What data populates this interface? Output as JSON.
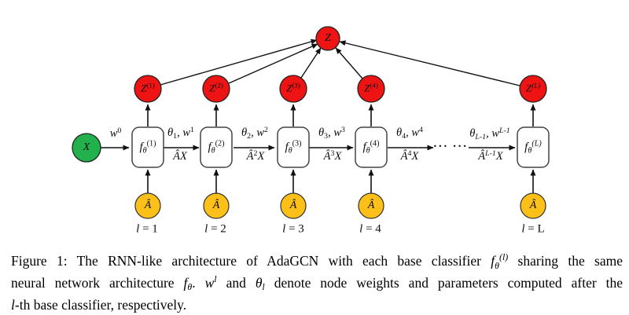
{
  "colors": {
    "node_red": "#ee1414",
    "node_green": "#22b14c",
    "node_yellow": "#fcc018",
    "box_fill": "#ffffff",
    "stroke_dark": "#222222",
    "line_black": "#111111"
  },
  "labels": {
    "z_top": [
      {
        "t": "Z",
        "s": "i"
      }
    ],
    "z1": [
      {
        "t": "Z",
        "s": "i"
      },
      {
        "t": "(1)",
        "s": "sup"
      }
    ],
    "z2": [
      {
        "t": "Z",
        "s": "i"
      },
      {
        "t": "(2)",
        "s": "sup"
      }
    ],
    "z3": [
      {
        "t": "Z",
        "s": "i"
      },
      {
        "t": "(3)",
        "s": "sup"
      }
    ],
    "z4": [
      {
        "t": "Z",
        "s": "i"
      },
      {
        "t": "(4)",
        "s": "sup"
      }
    ],
    "zL": [
      {
        "t": "Z",
        "s": "i"
      },
      {
        "t": "(L)",
        "s": "supi"
      }
    ],
    "x": [
      {
        "t": "X",
        "s": "i"
      }
    ],
    "f1": [
      {
        "t": "f",
        "s": "i"
      },
      {
        "t": "θ",
        "s": "subi"
      },
      {
        "t": "(1)",
        "s": "sup"
      }
    ],
    "f2": [
      {
        "t": "f",
        "s": "i"
      },
      {
        "t": "θ",
        "s": "subi"
      },
      {
        "t": "(2)",
        "s": "sup"
      }
    ],
    "f3": [
      {
        "t": "f",
        "s": "i"
      },
      {
        "t": "θ",
        "s": "subi"
      },
      {
        "t": "(3)",
        "s": "sup"
      }
    ],
    "f4": [
      {
        "t": "f",
        "s": "i"
      },
      {
        "t": "θ",
        "s": "subi"
      },
      {
        "t": "(4)",
        "s": "sup"
      }
    ],
    "fL": [
      {
        "t": "f",
        "s": "i"
      },
      {
        "t": "θ",
        "s": "subi"
      },
      {
        "t": "(L)",
        "s": "supi"
      }
    ],
    "a1": [
      {
        "t": "Â",
        "s": "i"
      }
    ],
    "a2": [
      {
        "t": "Â",
        "s": "i"
      }
    ],
    "a3": [
      {
        "t": "Â",
        "s": "i"
      }
    ],
    "a4": [
      {
        "t": "Â",
        "s": "i"
      }
    ],
    "aL": [
      {
        "t": "Â",
        "s": "i"
      }
    ],
    "e0_top": [
      {
        "t": "w",
        "s": "i"
      },
      {
        "t": "0",
        "s": "sup"
      }
    ],
    "e1_top": [
      {
        "t": "θ",
        "s": "i"
      },
      {
        "t": "1",
        "s": "sub"
      },
      {
        "t": ", w",
        "s": "i"
      },
      {
        "t": "1",
        "s": "sup"
      }
    ],
    "e1_bot": [
      {
        "t": "ÂX",
        "s": "i"
      }
    ],
    "e2_top": [
      {
        "t": "θ",
        "s": "i"
      },
      {
        "t": "2",
        "s": "sub"
      },
      {
        "t": ", w",
        "s": "i"
      },
      {
        "t": "2",
        "s": "sup"
      }
    ],
    "e2_bot": [
      {
        "t": "Â",
        "s": "i"
      },
      {
        "t": "2",
        "s": "sup"
      },
      {
        "t": "X",
        "s": "i"
      }
    ],
    "e3_top": [
      {
        "t": "θ",
        "s": "i"
      },
      {
        "t": "3",
        "s": "sub"
      },
      {
        "t": ", w",
        "s": "i"
      },
      {
        "t": "3",
        "s": "sup"
      }
    ],
    "e3_bot": [
      {
        "t": "Â",
        "s": "i"
      },
      {
        "t": "3",
        "s": "sup"
      },
      {
        "t": "X",
        "s": "i"
      }
    ],
    "e4_top": [
      {
        "t": "θ",
        "s": "i"
      },
      {
        "t": "4",
        "s": "sub"
      },
      {
        "t": ", w",
        "s": "i"
      },
      {
        "t": "4",
        "s": "sup"
      }
    ],
    "e4_bot": [
      {
        "t": "Â",
        "s": "i"
      },
      {
        "t": "4",
        "s": "sup"
      },
      {
        "t": "X",
        "s": "i"
      }
    ],
    "eL_top": [
      {
        "t": "θ",
        "s": "i"
      },
      {
        "t": "L-1",
        "s": "subi"
      },
      {
        "t": ", w",
        "s": "i"
      },
      {
        "t": "L-1",
        "s": "supi"
      }
    ],
    "eL_bot": [
      {
        "t": "Â",
        "s": "i"
      },
      {
        "t": "L-1",
        "s": "supi"
      },
      {
        "t": "X",
        "s": "i"
      }
    ],
    "dots": [
      {
        "t": "··· ···",
        "s": "n"
      }
    ],
    "l1": [
      {
        "t": "l",
        "s": "i"
      },
      {
        "t": " = 1",
        "s": "n"
      }
    ],
    "l2": [
      {
        "t": "l",
        "s": "i"
      },
      {
        "t": " = 2",
        "s": "n"
      }
    ],
    "l3": [
      {
        "t": "l",
        "s": "i"
      },
      {
        "t": " = 3",
        "s": "n"
      }
    ],
    "l4": [
      {
        "t": "l",
        "s": "i"
      },
      {
        "t": " = 4",
        "s": "n"
      }
    ],
    "lL": [
      {
        "t": "l",
        "s": "i"
      },
      {
        "t": " = L",
        "s": "n"
      }
    ]
  },
  "caption": {
    "lines": [
      [
        {
          "t": "Figure 1:  The RNN-like architecture of AdaGCN with each base classifier ",
          "s": "n"
        },
        {
          "t": "f",
          "s": "i"
        },
        {
          "t": "θ",
          "s": "subi"
        },
        {
          "t": "(l)",
          "s": "supi"
        },
        {
          "t": " sharing the same",
          "s": "n"
        }
      ],
      [
        {
          "t": "neural network architecture ",
          "s": "n"
        },
        {
          "t": "f",
          "s": "i"
        },
        {
          "t": "θ",
          "s": "subi"
        },
        {
          "t": ". ",
          "s": "n"
        },
        {
          "t": "w",
          "s": "i"
        },
        {
          "t": "l",
          "s": "supi"
        },
        {
          "t": " and ",
          "s": "n"
        },
        {
          "t": "θ",
          "s": "i"
        },
        {
          "t": "l",
          "s": "subi"
        },
        {
          "t": " denote node weights and parameters computed after the",
          "s": "n"
        }
      ],
      [
        {
          "t": "l",
          "s": "i"
        },
        {
          "t": "-th base classifier, respectively.",
          "s": "n"
        }
      ]
    ]
  }
}
